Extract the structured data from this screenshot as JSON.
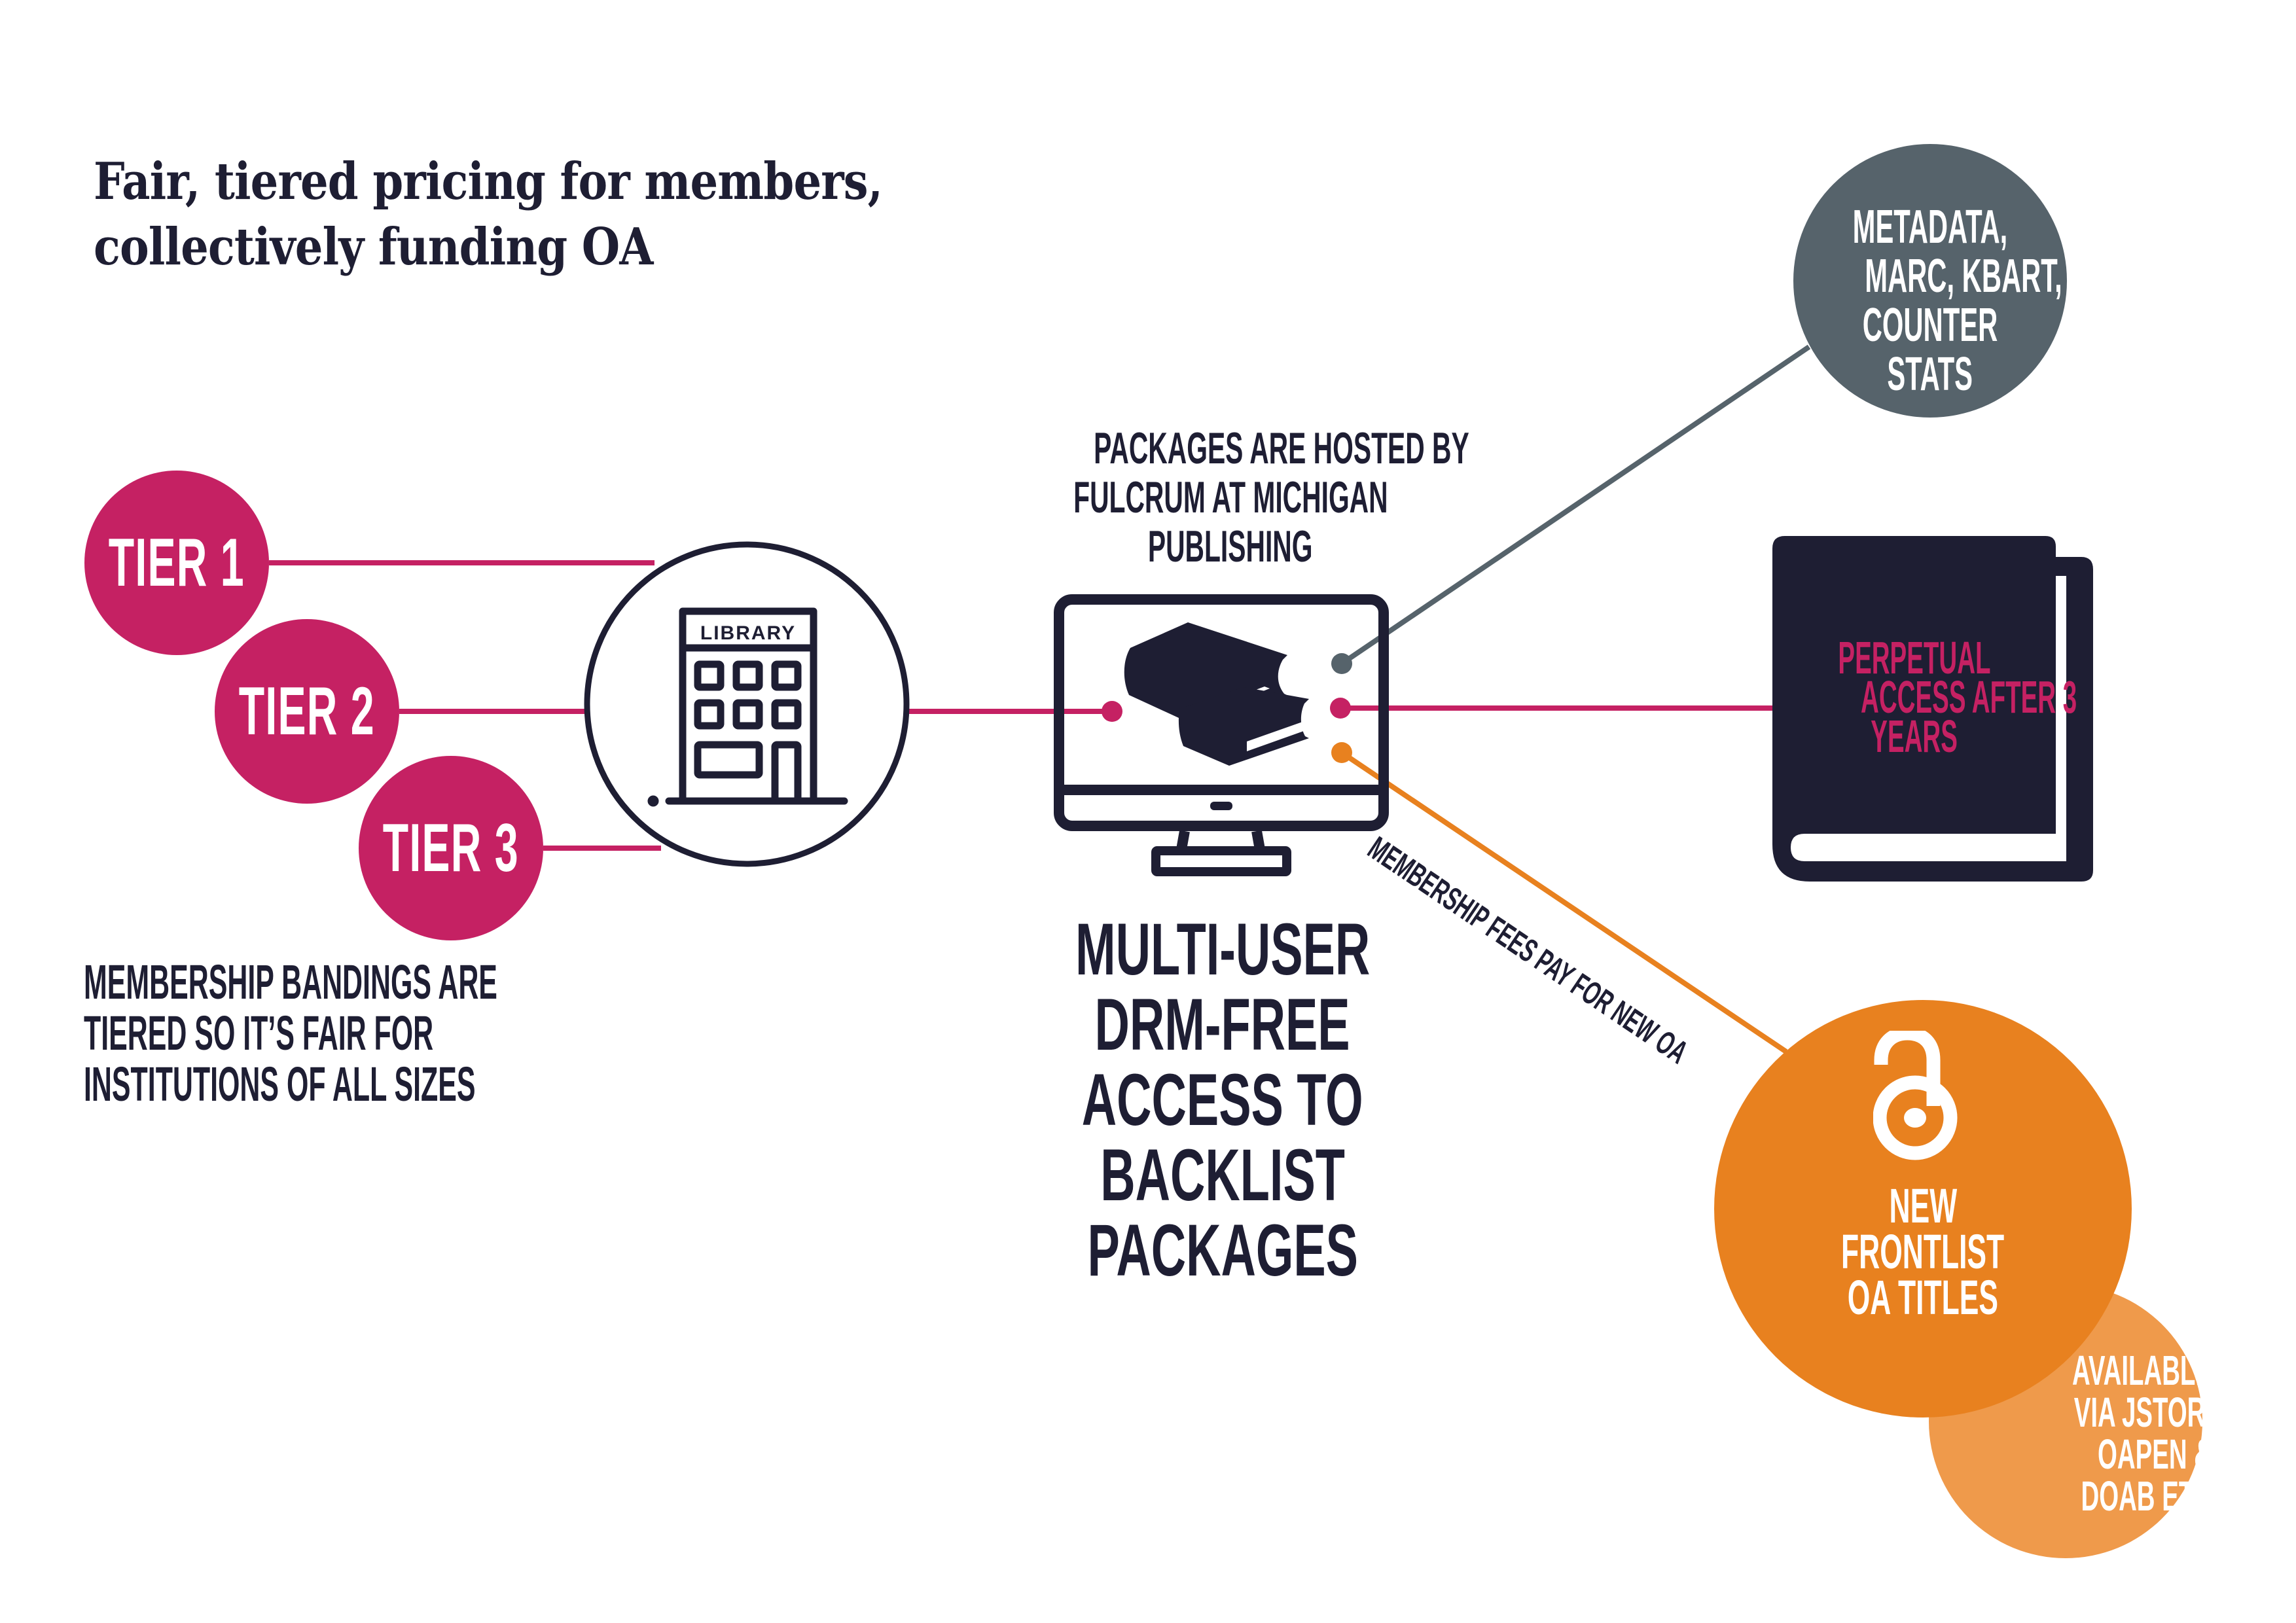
{
  "title": {
    "line1": "Fair, tiered pricing for members,",
    "line2": "collectively funding OA"
  },
  "tiers": [
    {
      "label": "TIER 1"
    },
    {
      "label": "TIER 2"
    },
    {
      "label": "TIER 3"
    }
  ],
  "bandings": {
    "lines": [
      "MEMBERSHIP BANDINGS ARE",
      "TIERED SO IT’S FAIR FOR",
      "INSTITUTIONS OF ALL SIZES"
    ]
  },
  "library": {
    "icon": "library-building-icon",
    "sign": "LIBRARY"
  },
  "hosting": {
    "lines": [
      "PACKAGES ARE HOSTED BY",
      "FULCRUM AT MICHIGAN",
      "PUBLISHING"
    ]
  },
  "platform": {
    "icon": "monitor-with-books-icon",
    "lines": [
      "MULTI-USER",
      "DRM-FREE",
      "ACCESS TO",
      "BACKLIST",
      "PACKAGES"
    ]
  },
  "metadata": {
    "lines": [
      "METADATA,",
      "MARC, KBART,",
      "COUNTER",
      "STATS"
    ]
  },
  "perpetual": {
    "icon": "book-icon",
    "lines": [
      "PERPETUAL",
      "ACCESS AFTER 3",
      "YEARS"
    ]
  },
  "fees_label": "MEMBERSHIP FEES PAY FOR NEW OA",
  "frontlist": {
    "icon": "open-access-lock-icon",
    "lines": [
      "NEW",
      "FRONTLIST",
      "OA TITLES"
    ]
  },
  "availability": {
    "lines": [
      "AVAILABLE",
      "VIA JSTOR,",
      "OAPEN &",
      "DOAB ETC"
    ]
  },
  "colors": {
    "navy": "#1e1e33",
    "magenta": "#c52163",
    "slate": "#56636b",
    "orange": "#e8811f",
    "light_orange": "#ef9a4b",
    "background": "#ffffff"
  }
}
